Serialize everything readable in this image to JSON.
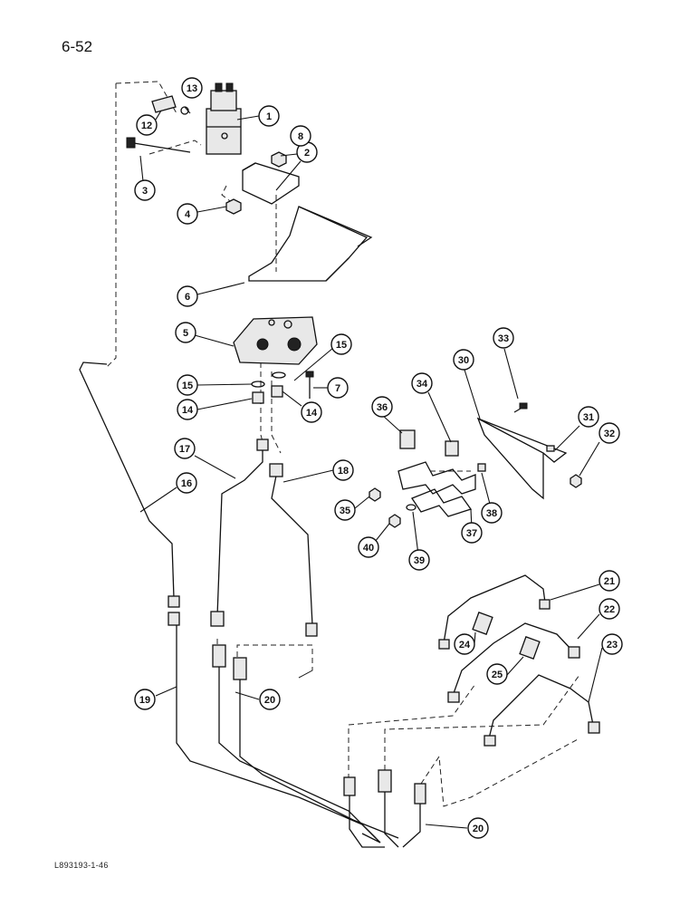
{
  "page_number": "6-52",
  "reference_code": "L893193-1-46",
  "callouts": {
    "c1": "1",
    "c2": "2",
    "c3": "3",
    "c4": "4",
    "c5": "5",
    "c6": "6",
    "c7": "7",
    "c8": "8",
    "c12": "12",
    "c13": "13",
    "c14a": "14",
    "c14b": "14",
    "c15a": "15",
    "c15b": "15",
    "c16": "16",
    "c17": "17",
    "c18": "18",
    "c19": "19",
    "c20a": "20",
    "c20b": "20",
    "c21": "21",
    "c22": "22",
    "c23": "23",
    "c24": "24",
    "c25": "25",
    "c30": "30",
    "c31": "31",
    "c32": "32",
    "c33": "33",
    "c34": "34",
    "c35": "35",
    "c36": "36",
    "c37": "37",
    "c38": "38",
    "c39": "39",
    "c40": "40"
  }
}
